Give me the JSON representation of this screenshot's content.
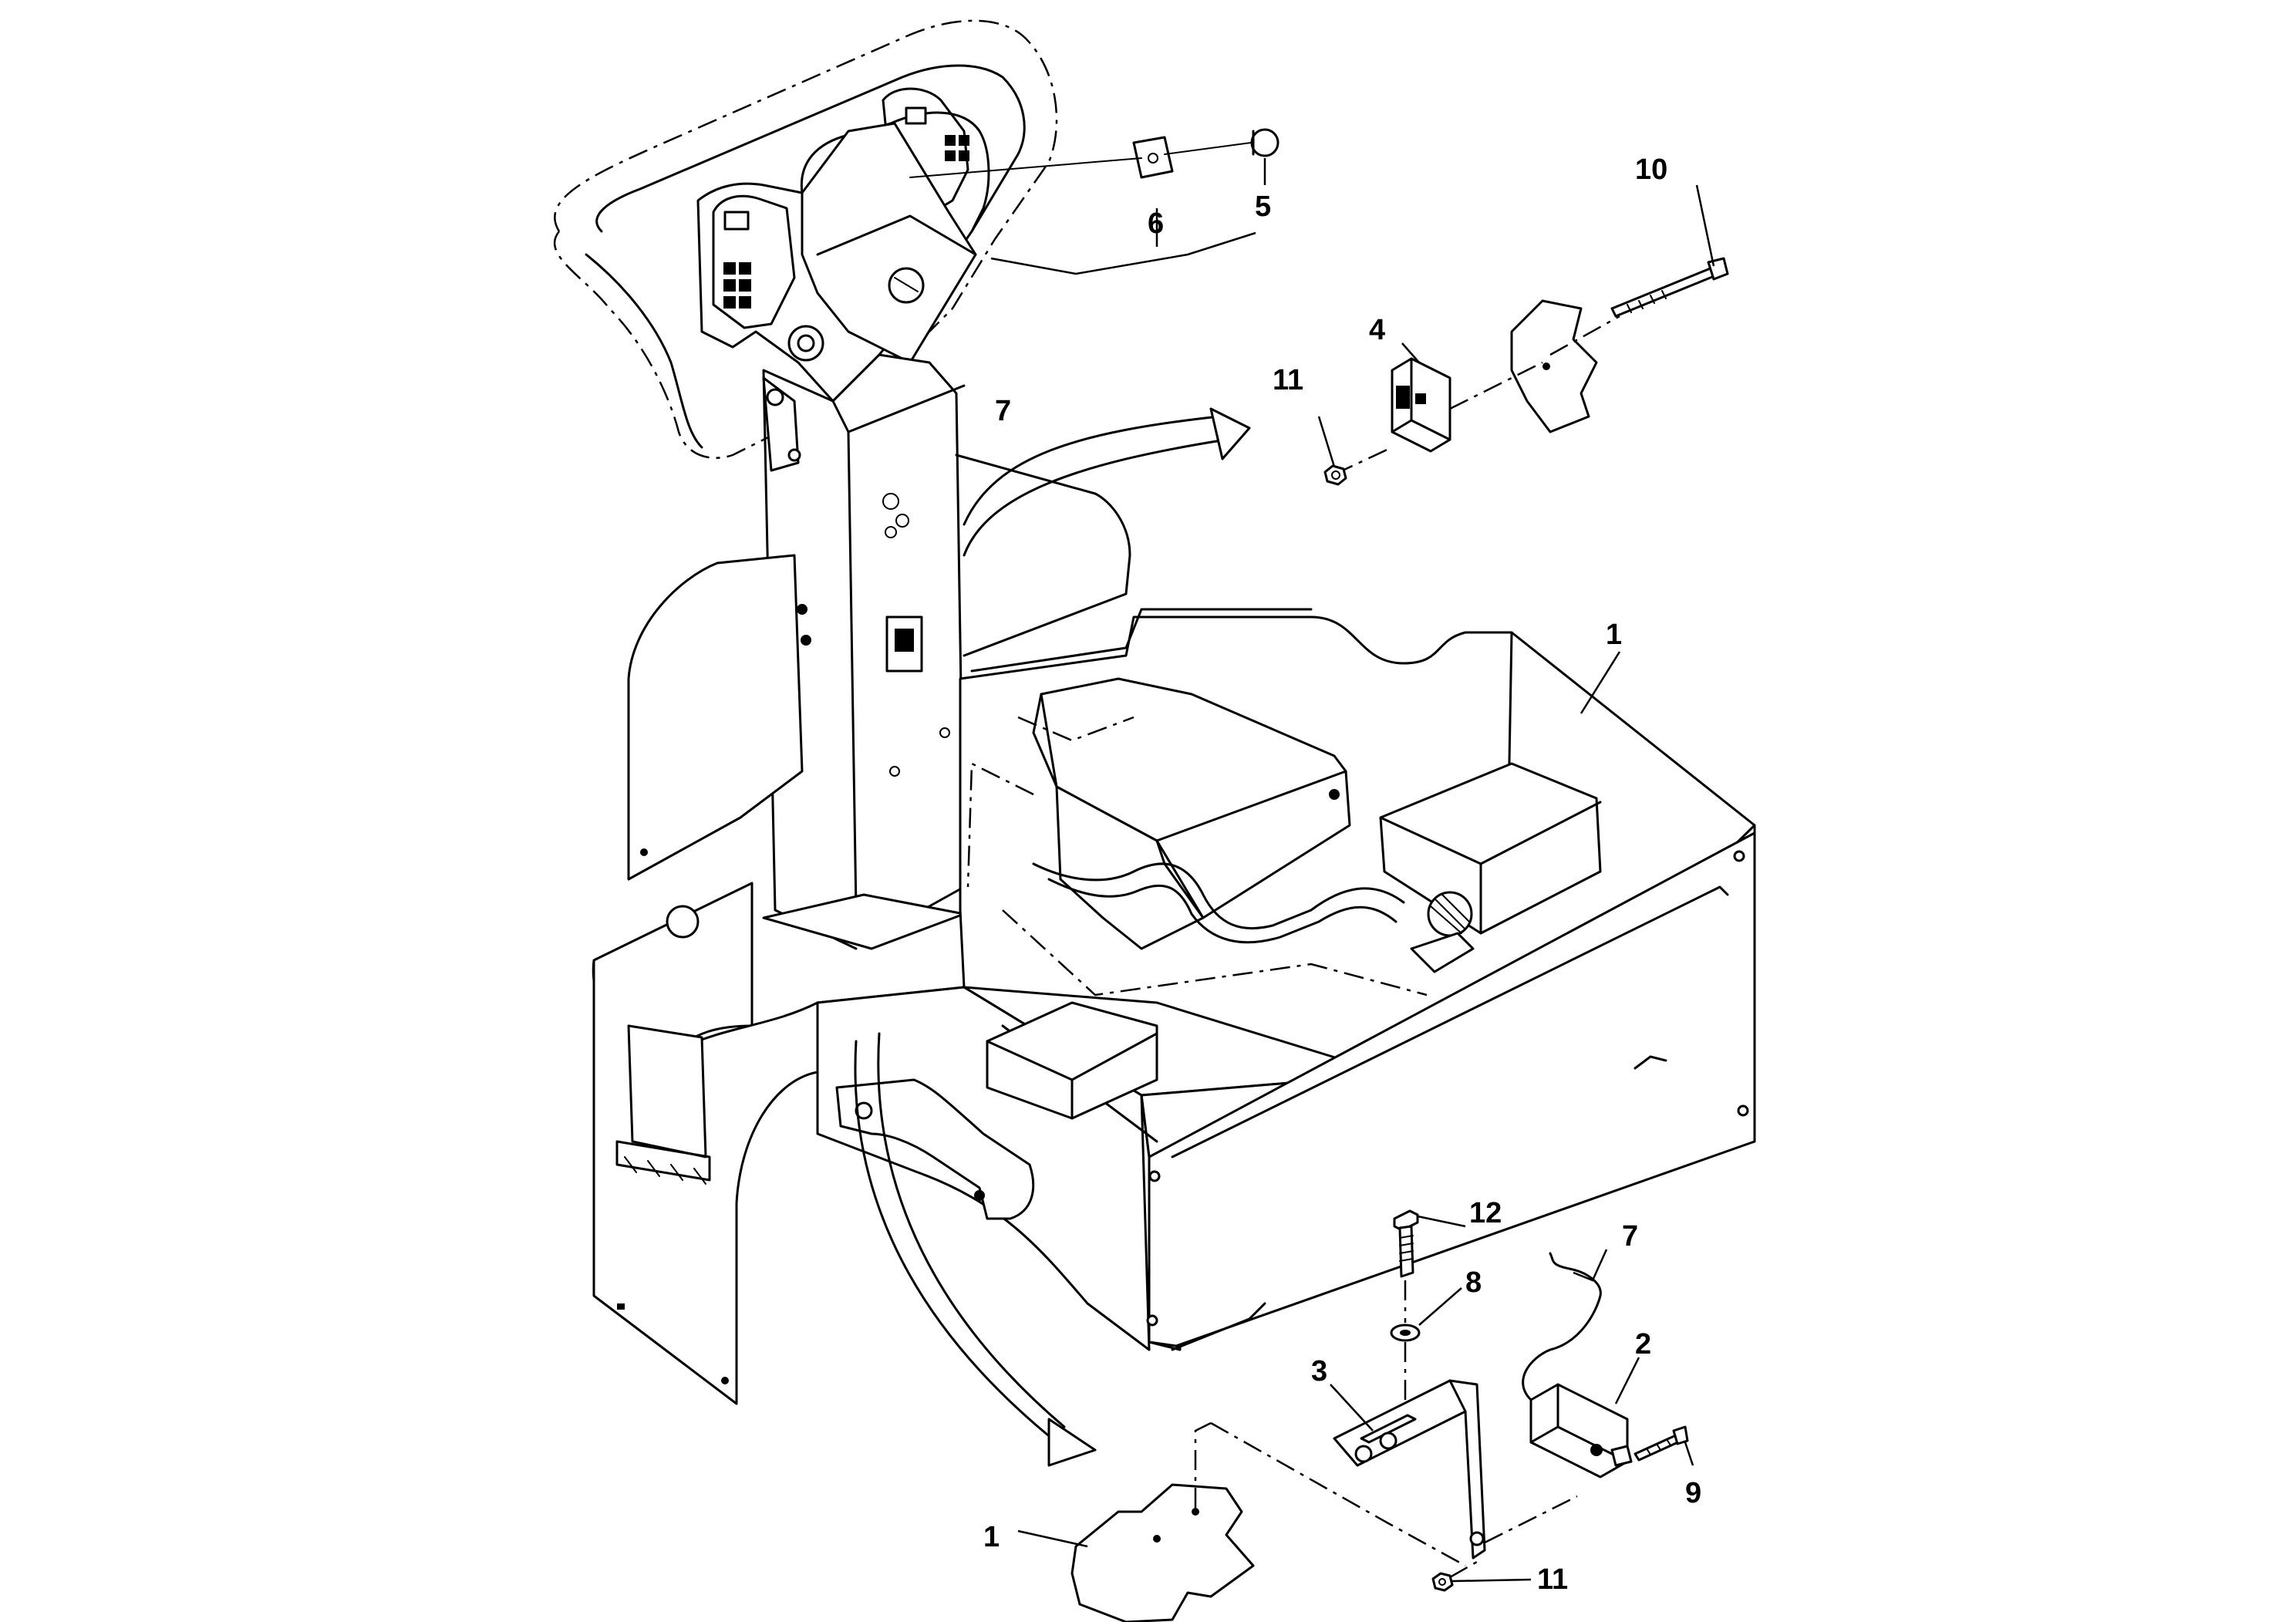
{
  "callouts": [
    {
      "id": "c1a",
      "label": "1"
    },
    {
      "id": "c1b",
      "label": "1"
    },
    {
      "id": "c2",
      "label": "2"
    },
    {
      "id": "c3",
      "label": "3"
    },
    {
      "id": "c4",
      "label": "4"
    },
    {
      "id": "c5",
      "label": "5"
    },
    {
      "id": "c6",
      "label": "6"
    },
    {
      "id": "c7a",
      "label": "7"
    },
    {
      "id": "c7b",
      "label": "7"
    },
    {
      "id": "c8",
      "label": "8"
    },
    {
      "id": "c9",
      "label": "9"
    },
    {
      "id": "c10",
      "label": "10"
    },
    {
      "id": "c11a",
      "label": "11"
    },
    {
      "id": "c11b",
      "label": "11"
    },
    {
      "id": "c12",
      "label": "12"
    }
  ]
}
